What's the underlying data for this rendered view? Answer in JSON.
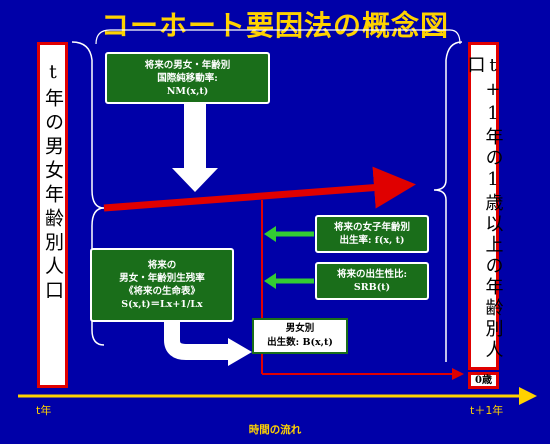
{
  "title": "コーホート要因法の概念図",
  "left_box": "t年の男女年齢別人口",
  "right_box": "t+1年の1歳以上の年齢別人口",
  "age0_box": "0歳",
  "migration_box": {
    "line1": "将来の男女・年齢別",
    "line2": "国際純移動率:",
    "line3": "NM(x,t)"
  },
  "survival_box": {
    "line1": "将来の",
    "line2": "男女・年齢別生残率",
    "line3": "《将来の生命表》",
    "line4": "S(x,t)＝Lx+1/Lx"
  },
  "fertility_box": {
    "line1": "将来の女子年齢別",
    "line2": "出生率: f(x, t)"
  },
  "srb_box": {
    "line1": "将来の出生性比:",
    "line2": "SRB(t)"
  },
  "births_box": {
    "line1": "男女別",
    "line2": "出生数: B(x,t)"
  },
  "axis": {
    "start_label": "t年",
    "end_label": "t＋1年",
    "flow_label": "時間の流れ"
  },
  "colors": {
    "background": "#0000a8",
    "title": "#ffd200",
    "box_green": "#1a6e1a",
    "flow_red": "#e00000",
    "axis_yellow": "#ffd200",
    "arrow_green": "#33cc33"
  }
}
